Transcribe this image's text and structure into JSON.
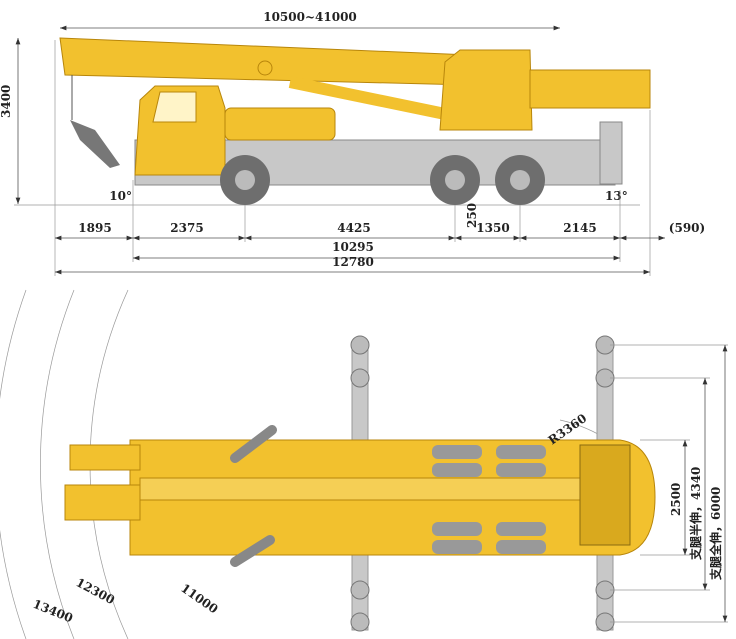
{
  "colors": {
    "body": "#f2c12e",
    "outline": "#b8860b",
    "chassis": "#c8c8c8",
    "tire": "#6e6e6e",
    "dimension": "#555555"
  },
  "side_view": {
    "boom_length": "10500~41000",
    "height": "3400",
    "approach_angle": "10°",
    "departure_angle": "13°",
    "ground_clearance": "250",
    "front_overhang": "1895",
    "cab_to_axle1": "2375",
    "axle1_to_axle2": "4425",
    "axle2_to_axle3": "1350",
    "rear_overhang": "2145",
    "counterweight_overhang": "(590)",
    "chassis_length": "10295",
    "overall_length": "12780"
  },
  "top_view": {
    "turning_radius_tail": "R3360",
    "width": "2500",
    "outrigger_half": "支腿半伸，4340",
    "outrigger_full": "支腿全伸，6000",
    "radius_a": "12300",
    "radius_b": "11000",
    "radius_c": "13400"
  }
}
